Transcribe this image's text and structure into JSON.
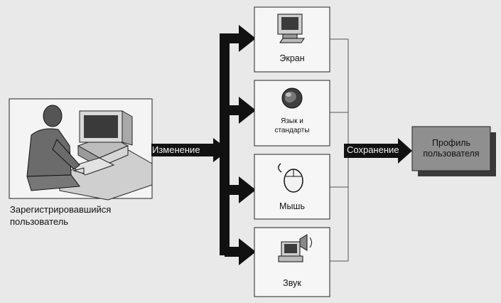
{
  "user": {
    "caption_line1": "Зарегистрировавшийся",
    "caption_line2": "пользователь"
  },
  "flow": {
    "change_label": "Изменение",
    "save_label": "Сохранение"
  },
  "panels": [
    {
      "label": "Экран",
      "icon": "monitor-icon"
    },
    {
      "label_line1": "Язык и",
      "label_line2": "стандарты",
      "icon": "globe-icon"
    },
    {
      "label": "Мышь",
      "icon": "mouse-icon"
    },
    {
      "label": "Звук",
      "icon": "speaker-computer-icon"
    }
  ],
  "profile": {
    "line1": "Профиль",
    "line2": "пользователя"
  },
  "colors": {
    "arrow": "#111111",
    "profile_box": "#8f8f8f",
    "panel_bg": "#f6f6f6",
    "background": "#e9e9e9"
  }
}
